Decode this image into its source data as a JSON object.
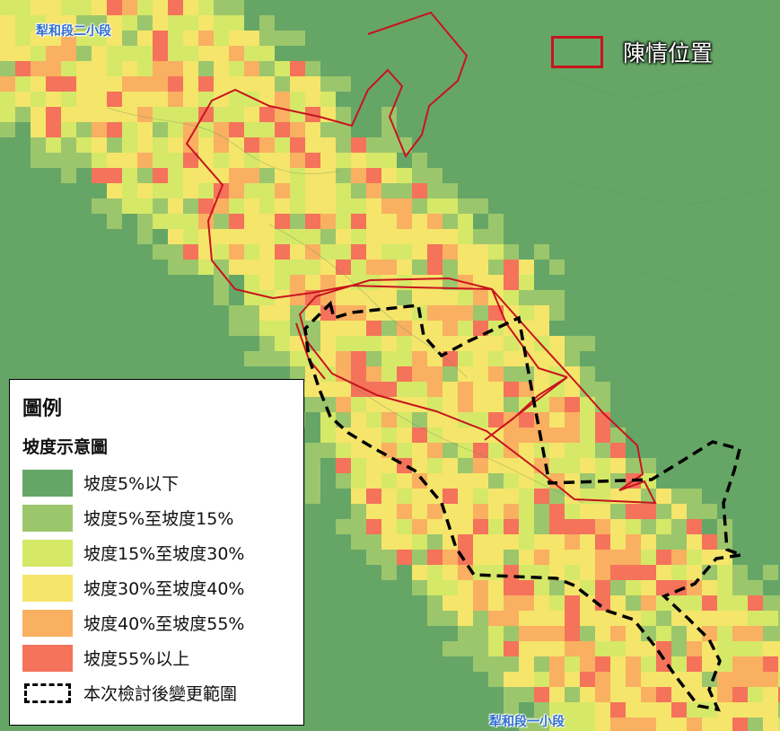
{
  "place_labels": {
    "top": "犁和段二小段",
    "bottom": "犁和段一小段"
  },
  "site_key": {
    "label": "陳情位置",
    "color": "#c8141e"
  },
  "legend": {
    "title": "圖例",
    "subtitle": "坡度示意圖",
    "items": [
      {
        "label": "坡度5%以下",
        "color": "#65a666"
      },
      {
        "label": "坡度5%至坡度15%",
        "color": "#9cc66c"
      },
      {
        "label": "坡度15%至坡度30%",
        "color": "#d6e868"
      },
      {
        "label": "坡度30%至坡度40%",
        "color": "#f5e56b"
      },
      {
        "label": "坡度40%至坡度55%",
        "color": "#f9b061"
      },
      {
        "label": "坡度55%以上",
        "color": "#f4735a"
      }
    ],
    "boundary_label": "本次檢討後變更範圍"
  }
}
